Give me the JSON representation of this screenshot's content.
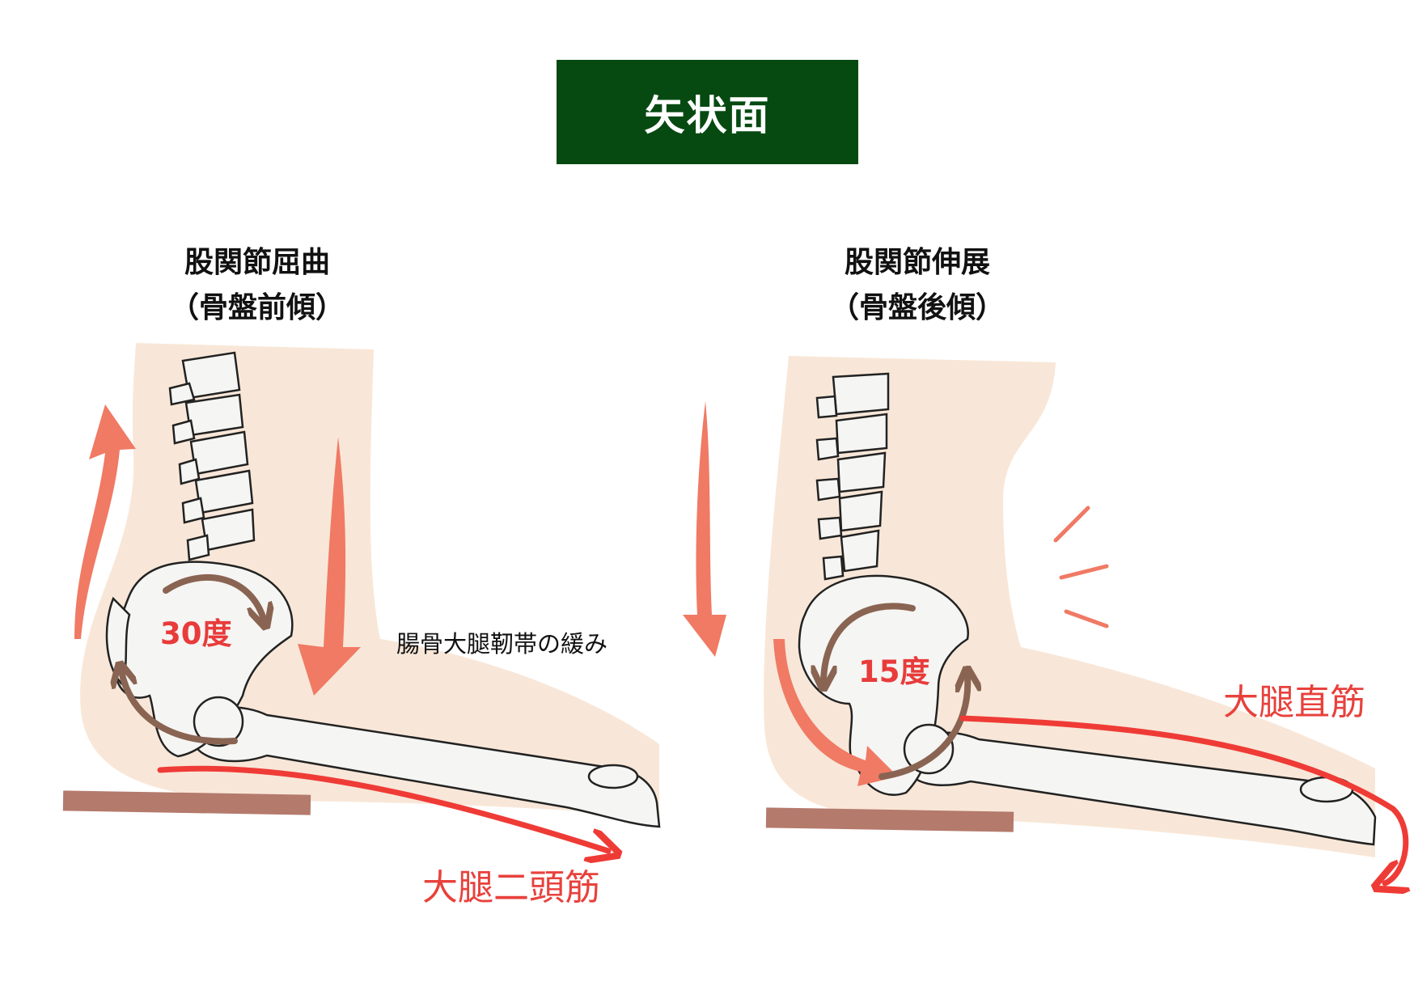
{
  "title": "矢状面",
  "left_panel": {
    "heading_line1": "股関節屈曲",
    "heading_line2": "（骨盤前傾）",
    "angle_label": "30度",
    "ligament_label": "腸骨大腿靭帯の緩み",
    "muscle_label": "大腿二頭筋"
  },
  "right_panel": {
    "heading_line1": "股関節伸展",
    "heading_line2": "（骨盤後傾）",
    "angle_label": "15度",
    "muscle_label": "大腿直筋"
  },
  "colors": {
    "title_bg": "#064a12",
    "body_fill": "#f8e7d8",
    "big_arrow": "#f07a64",
    "muscle_red": "#ef3b36",
    "rotation_arrow": "#8a6452",
    "seat": "#b47a6c",
    "bone_fill": "#f5f5f3"
  }
}
